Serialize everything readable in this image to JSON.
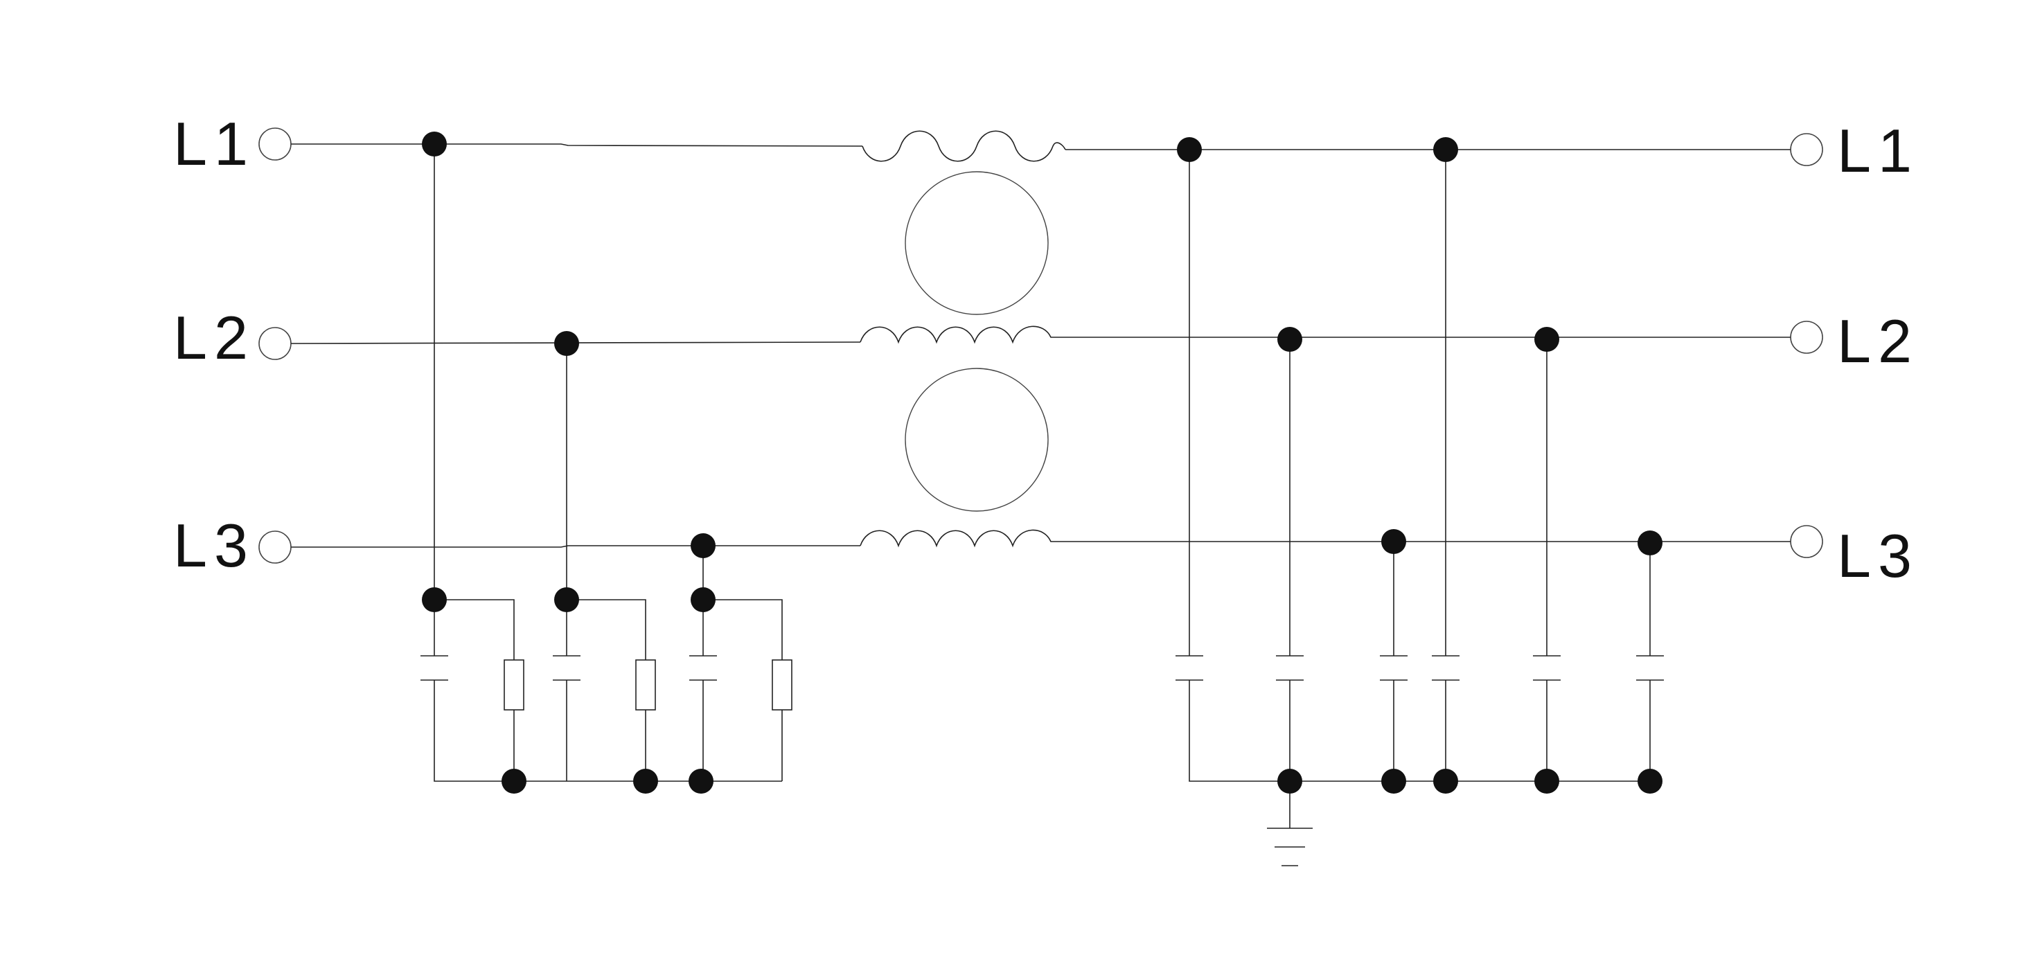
{
  "diagram": {
    "input_labels": [
      "L1",
      "L2",
      "L3"
    ],
    "output_labels": [
      "L1",
      "L2",
      "L3"
    ],
    "colors": {
      "line": "#222222",
      "node": "#111111",
      "terminal_fill": "#ffffff"
    },
    "components": [
      "terminal-circle",
      "junction-dot",
      "inductor-coil",
      "ferrite-core",
      "capacitor",
      "resistor",
      "ground-symbol"
    ]
  }
}
